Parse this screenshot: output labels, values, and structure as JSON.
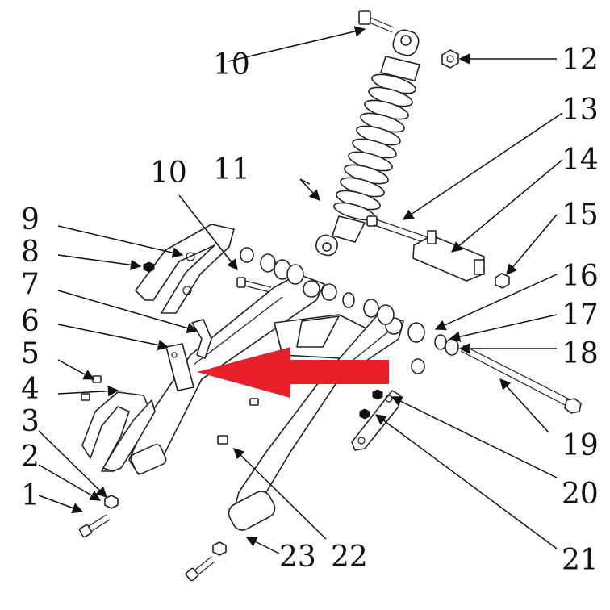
{
  "diagram": {
    "callouts": [
      {
        "id": "c1",
        "label": "1"
      },
      {
        "id": "c2",
        "label": "2"
      },
      {
        "id": "c3",
        "label": "3"
      },
      {
        "id": "c4",
        "label": "4"
      },
      {
        "id": "c5",
        "label": "5"
      },
      {
        "id": "c6",
        "label": "6"
      },
      {
        "id": "c7",
        "label": "7"
      },
      {
        "id": "c8",
        "label": "8"
      },
      {
        "id": "c9",
        "label": "9"
      },
      {
        "id": "c10a",
        "label": "10"
      },
      {
        "id": "c10b",
        "label": "10"
      },
      {
        "id": "c11",
        "label": "11"
      },
      {
        "id": "c12",
        "label": "12"
      },
      {
        "id": "c13",
        "label": "13"
      },
      {
        "id": "c14",
        "label": "14"
      },
      {
        "id": "c15",
        "label": "15"
      },
      {
        "id": "c16",
        "label": "16"
      },
      {
        "id": "c17",
        "label": "17"
      },
      {
        "id": "c18",
        "label": "18"
      },
      {
        "id": "c19",
        "label": "19"
      },
      {
        "id": "c20",
        "label": "20"
      },
      {
        "id": "c21",
        "label": "21"
      },
      {
        "id": "c22",
        "label": "22"
      },
      {
        "id": "c23",
        "label": "23"
      }
    ],
    "highlight_arrow_color": "#e8202a",
    "line_color": "#111111"
  }
}
